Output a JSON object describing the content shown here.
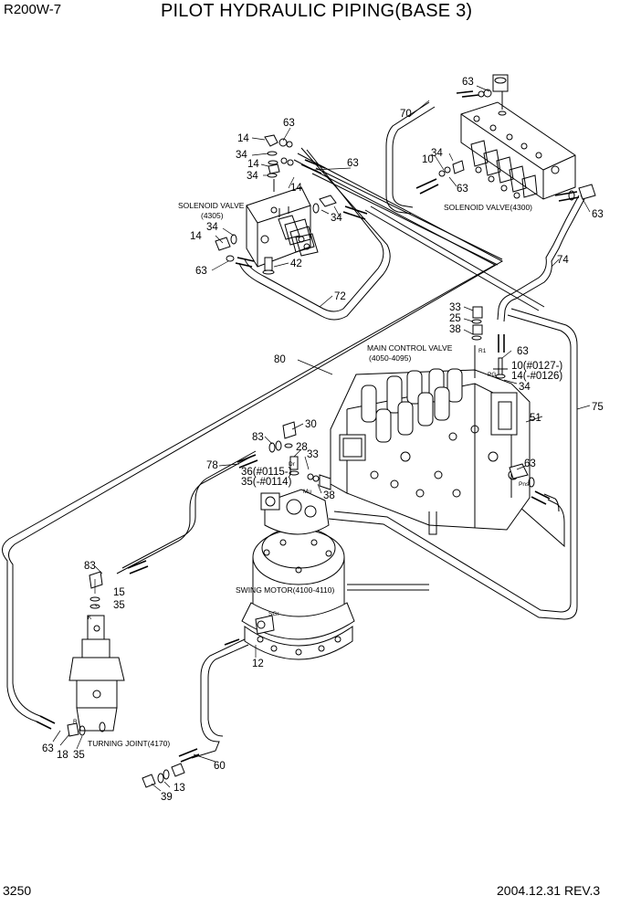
{
  "header": {
    "model": "R200W-7",
    "title": "PILOT HYDRAULIC PIPING(BASE 3)"
  },
  "footer": {
    "page": "3250",
    "date_rev": "2004.12.31  REV.3"
  },
  "components": {
    "solenoid_valve_a": {
      "name": "SOLENOID VALVE",
      "code": "(4305)"
    },
    "solenoid_valve_b": {
      "name": "SOLENOID VALVE(4300)"
    },
    "main_control_valve": {
      "name": "MAIN CONTROL VALVE",
      "code": "(4050-4095)"
    },
    "swing_motor": {
      "name": "SWING MOTOR(4100-4110)"
    },
    "turning_joint": {
      "name": "TURNING JOINT(4170)"
    }
  },
  "port_marks": {
    "r1": "R1",
    "pg": "PG",
    "pns": "Pns",
    "mu": "Mu",
    "dr": "Dr",
    "sgr": "SGr",
    "k": "K",
    "r": "R"
  },
  "callouts": {
    "c63a": "63",
    "c70": "70",
    "c14a": "14",
    "c63b": "63",
    "c34a": "34",
    "c14b": "14",
    "c34b": "34",
    "c14c": "14",
    "c63c": "63",
    "c10a": "10",
    "c34c": "34",
    "c63d": "63",
    "c63e": "63",
    "c34d": "34",
    "c34e": "34",
    "c14d": "14",
    "c63f": "63",
    "c42": "42",
    "c72": "72",
    "c74": "74",
    "c33a": "33",
    "c25": "25",
    "c38a": "38",
    "c63g": "63",
    "c10b": "10(#0127-)",
    "c14e": "14(-#0126)",
    "c34f": "34",
    "c80": "80",
    "c75": "75",
    "c51": "51",
    "c83a": "83",
    "c30": "30",
    "c28": "28",
    "c33b": "33",
    "c63h": "63",
    "c78": "78",
    "c36": "36(#0115-)",
    "c35a": "35(-#0114)",
    "c38b": "38",
    "c83b": "83",
    "c15": "15",
    "c35b": "35",
    "c12": "12",
    "c63i": "63",
    "c18": "18",
    "c35c": "35",
    "c60": "60",
    "c13": "13",
    "c39": "39"
  }
}
